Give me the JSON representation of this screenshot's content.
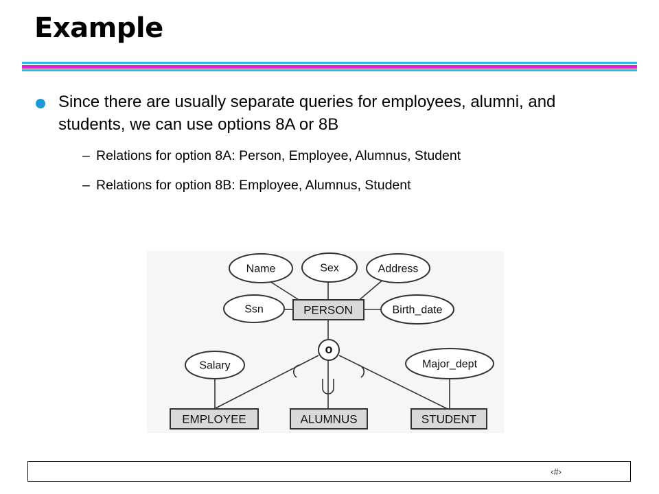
{
  "slide": {
    "title": "Example",
    "bullet": "Since there are usually separate queries for employees, alumni, and students, we can use options 8A or 8B",
    "sub_bullets": [
      {
        "dash": "–",
        "text": "Relations for option 8A: Person, Employee, Alumnus, Student"
      },
      {
        "dash": "–",
        "text": "Relations for option 8B: Employee, Alumnus, Student"
      }
    ],
    "page_number": "‹#›"
  },
  "diagram": {
    "entities": {
      "person": "PERSON",
      "employee": "EMPLOYEE",
      "alumnus": "ALUMNUS",
      "student": "STUDENT"
    },
    "attributes": {
      "name": "Name",
      "sex": "Sex",
      "address": "Address",
      "ssn": "Ssn",
      "birth_date": "Birth_date",
      "salary": "Salary",
      "major_dept": "Major_dept"
    },
    "overlap_symbol": "o"
  },
  "colors": {
    "rule_blue": "#32b6e6",
    "rule_magenta": "#e61ed2",
    "bullet": "#1b9ad6",
    "entity_fill": "#d9d9d9"
  }
}
